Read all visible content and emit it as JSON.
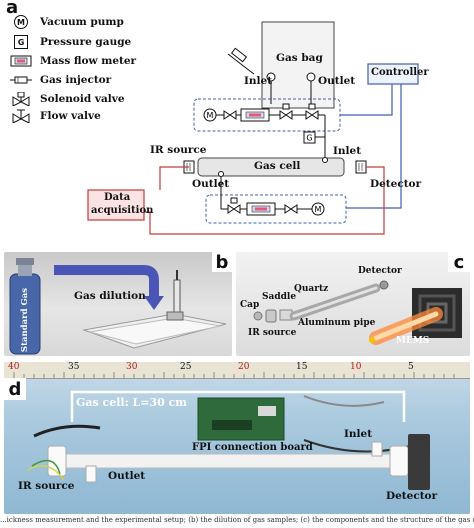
{
  "panels": {
    "a": "a",
    "b": "b",
    "c": "c",
    "d": "d"
  },
  "legend": [
    {
      "icon": "M",
      "label": "Vacuum pump"
    },
    {
      "icon": "G",
      "label": "Pressure gauge"
    },
    {
      "icon": "mass-flow-meter-icon",
      "label": "Mass flow meter"
    },
    {
      "icon": "gas-injector-icon",
      "label": "Gas injector"
    },
    {
      "icon": "solenoid-valve-icon",
      "label": "Solenoid valve"
    },
    {
      "icon": "flow-valve-icon",
      "label": "Flow valve"
    }
  ],
  "diagram": {
    "gas_bag": "Gas bag",
    "inlet_top": "Inlet",
    "outlet_top": "Outlet",
    "controller": "Controller",
    "ir_source": "IR source",
    "gas_cell": "Gas cell",
    "inlet_right": "Inlet",
    "outlet_bottom": "Outlet",
    "detector": "Detector",
    "data_acquisition_line1": "Data",
    "data_acquisition_line2": "acquisition",
    "vacuum_pump_symbol": "M",
    "pressure_gauge_symbol": "G"
  },
  "panel_b": {
    "standard_gas": "Standard Gas",
    "gas_dilution": "Gas dilution"
  },
  "panel_c": {
    "cap": "Cap",
    "saddle": "Saddle",
    "quartz": "Quartz",
    "detector": "Detector",
    "ir_source": "IR source",
    "aluminum_pipe": "Aluminum pipe",
    "mems": "MEMS"
  },
  "panel_d": {
    "gas_cell_length": "Gas cell: L=30 cm",
    "fpi_board": "FPI connection board",
    "inlet": "Inlet",
    "outlet": "Outlet",
    "ir_source": "IR source",
    "detector": "Detector",
    "ruler_numbers": [
      "40",
      "35",
      "30",
      "25",
      "20",
      "15",
      "10",
      "5"
    ]
  },
  "caption_fragment": "...ickness measurement and the experimental setup; (b) the dilution of gas samples; (c) the components and the structure of the gas cell; (d) the as-fabricated..."
}
